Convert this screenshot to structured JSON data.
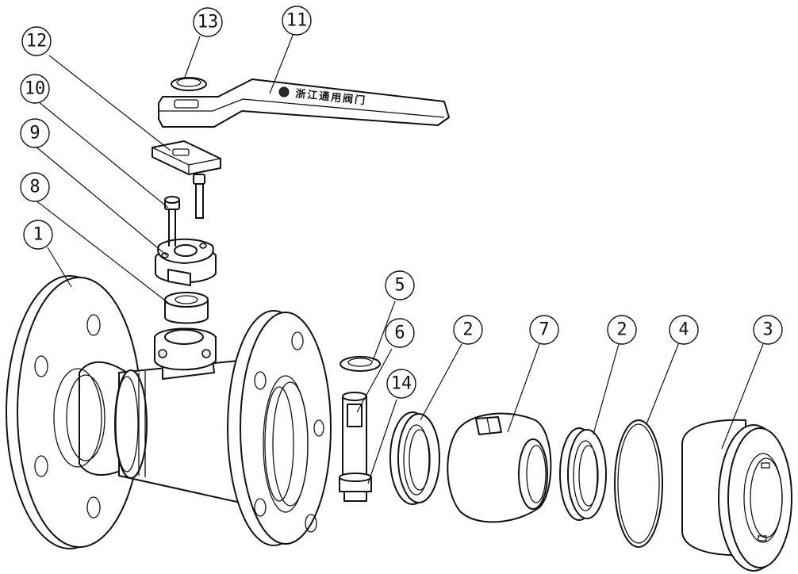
{
  "callouts": [
    {
      "label": "13"
    },
    {
      "label": "11"
    },
    {
      "label": "12"
    },
    {
      "label": "10"
    },
    {
      "label": "9"
    },
    {
      "label": "8"
    },
    {
      "label": "1"
    },
    {
      "label": "5"
    },
    {
      "label": "6"
    },
    {
      "label": "14"
    },
    {
      "label": "2"
    },
    {
      "label": "7"
    },
    {
      "label": "2"
    },
    {
      "label": "4"
    },
    {
      "label": "3"
    }
  ],
  "handle": {
    "brand_text": "浙江通用阀门"
  }
}
